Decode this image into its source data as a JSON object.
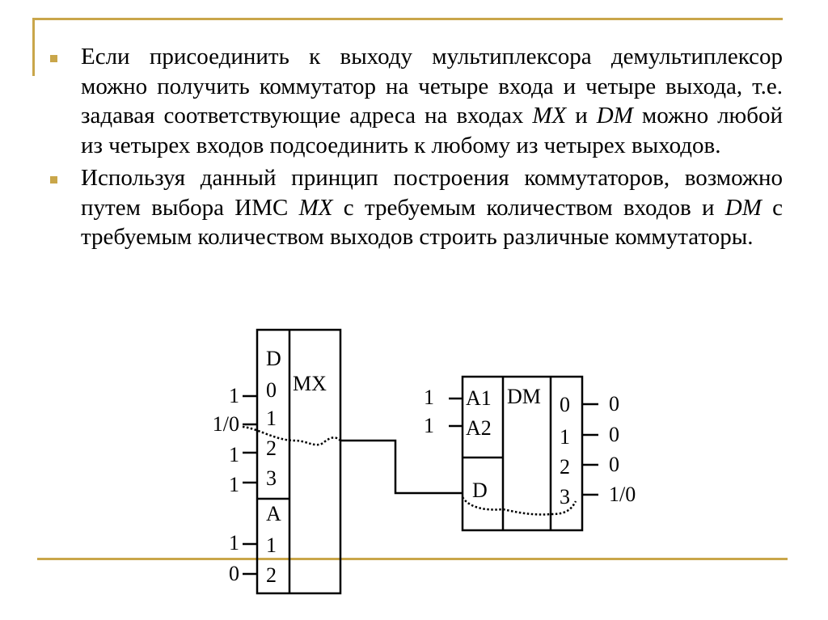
{
  "colors": {
    "accent": "#c9a64a"
  },
  "bullets": [
    {
      "parts": [
        {
          "text": "Если присоединить к выходу мультиплексора демультиплексор можно получить коммутатор на четыре входа и четыре выхода, т.е. задавая соответствующие адреса на входах ",
          "italic": false
        },
        {
          "text": "MX",
          "italic": true
        },
        {
          "text": " и ",
          "italic": false
        },
        {
          "text": "DM",
          "italic": true
        },
        {
          "text": " можно любой из четырех входов подсоединить к любому из четырех выходов.",
          "italic": false
        }
      ]
    },
    {
      "parts": [
        {
          "text": " Используя данный принцип построения коммутаторов, возможно путем выбора ИМС ",
          "italic": false
        },
        {
          "text": "MX",
          "italic": true
        },
        {
          "text": " с требуемым количеством входов и ",
          "italic": false
        },
        {
          "text": "DM",
          "italic": true
        },
        {
          "text": " с требуемым количеством выходов строить различные коммутаторы.",
          "italic": false
        }
      ]
    }
  ],
  "diagram": {
    "mx": {
      "title": "MX",
      "data_label": "D",
      "data_pins": [
        "0",
        "1",
        "2",
        "3"
      ],
      "addr_label": "A",
      "addr_pins": [
        "1",
        "2"
      ],
      "data_inputs": [
        "1",
        "1/0",
        "1",
        "1"
      ],
      "addr_inputs": [
        "1",
        "0"
      ]
    },
    "dm": {
      "title": "DM",
      "addr_pins": [
        "A1",
        "A2"
      ],
      "data_label": "D",
      "addr_inputs": [
        "1",
        "1"
      ],
      "out_pins": [
        "0",
        "1",
        "2",
        "3"
      ],
      "outputs": [
        "0",
        "0",
        "0",
        "1/0"
      ]
    }
  }
}
